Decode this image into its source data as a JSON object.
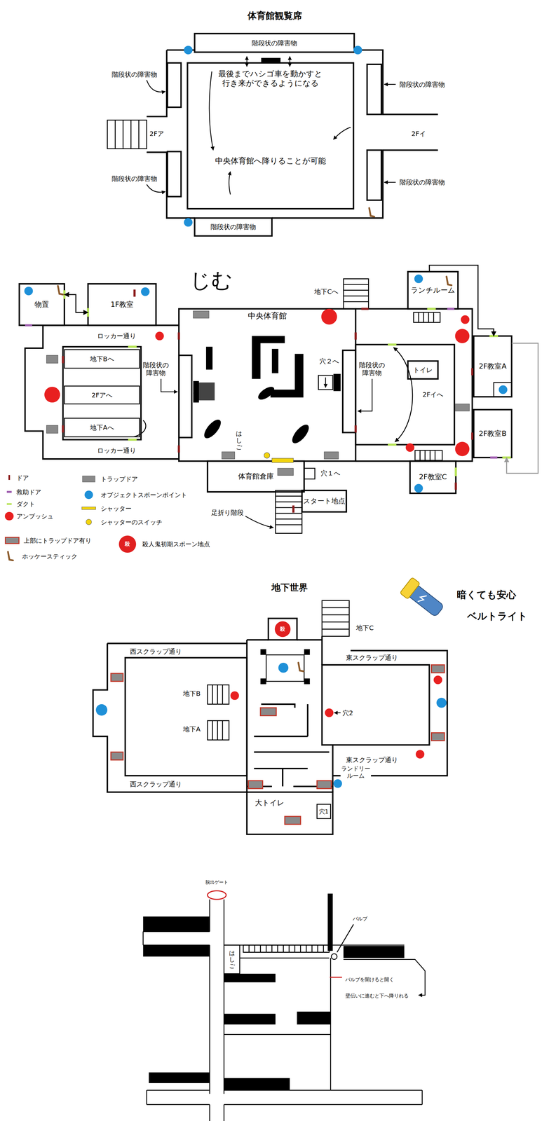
{
  "diagram": {
    "nodes": [
      {
        "text": [
          "階段状の障害物"
        ]
      },
      {
        "text": [
          "最後までハシゴ車を動かすと 行き来ができるようになる",
          "中央体育館へ降りることが可能"
        ]
      },
      {
        "text": [
          "階段状の障害物"
        ]
      },
      {
        "text": [
          "物置"
        ]
      },
      {
        "text": [
          "1F教室"
        ]
      },
      {
        "text": [
          "中央体育館"
        ]
      },
      {
        "text": [
          "はしご"
        ],
        "in": 5
      },
      {
        "text": [
          "ランチルーム"
        ]
      },
      {
        "text": [
          "トイレ"
        ]
      },
      {
        "text": [
          "2F教室A"
        ]
      },
      {
        "text": [
          "地下Bへ"
        ]
      },
      {
        "text": [
          "2Fアへ"
        ]
      },
      {
        "text": [
          "地下Aへ"
        ]
      },
      {
        "text": [
          "2F教室B"
        ]
      },
      {
        "text": [
          "体育館倉庫"
        ]
      },
      {
        "text": [
          "2F教室C"
        ]
      },
      {
        "text": [
          "スタート地点"
        ]
      },
      {
        "text": [
          "大トイレ"
        ]
      },
      {
        "text": [
          "穴1"
        ],
        "in": 17
      },
      {
        "text": [
          "はしご"
        ]
      }
    ],
    "edges": [
      {
        "from": 3,
        "to": 4,
        "arrow": "both"
      },
      {
        "from": 7,
        "to": 9,
        "arrow": "to"
      },
      {
        "from": 9,
        "to": 13,
        "arrow": "to"
      }
    ],
    "labels": [
      "体育館観覧席",
      "階段状の障害物",
      "階段状の障害物",
      "2Fア",
      "2Fイ",
      "階段状の障害物",
      "階段状の障害物",
      "じむ",
      "地下Cへ",
      "ロッカー通り",
      "階段状の 障害物",
      "穴２へ",
      "階段状の 障害物",
      "2Fイへ",
      "ロッカー通り",
      "穴１へ",
      "足折り階段",
      "殺",
      "地下世界",
      "暗くても安心",
      "ベルトライト",
      "殺",
      "地下C",
      "西スクラップ通り",
      "東スクラップ通り",
      "地下B",
      "穴2",
      "地下A",
      "東スクラップ通り",
      "ランドリー ルーム",
      "西スクラップ通り",
      "脱出ゲート",
      "バルブ",
      "バルブを開けると開く",
      "壁伝いに進むと下へ降りれる"
    ],
    "legend": [
      {
        "text": "ドア",
        "color": "#8b1c1c"
      },
      {
        "text": "トラップドア",
        "color": "#8a8a8a"
      },
      {
        "text": "救助ドア",
        "color": "#a05fb0"
      },
      {
        "text": "オブジェクトスポーンポイント",
        "color": "#1e90d8"
      },
      {
        "text": "ダクト",
        "color": "#b6e356"
      },
      {
        "text": "シャッター",
        "color": "#f2d40e"
      },
      {
        "text": "アンブッシュ",
        "color": "#e82020"
      },
      {
        "text": "シャッターのスイッチ",
        "color": "#f2d40e"
      },
      {
        "text": "上部にトラップドア有り"
      },
      {
        "text": "殺人鬼初期スポーン地点",
        "color": "#e02020"
      },
      {
        "text": "ホッケースティック"
      }
    ]
  }
}
